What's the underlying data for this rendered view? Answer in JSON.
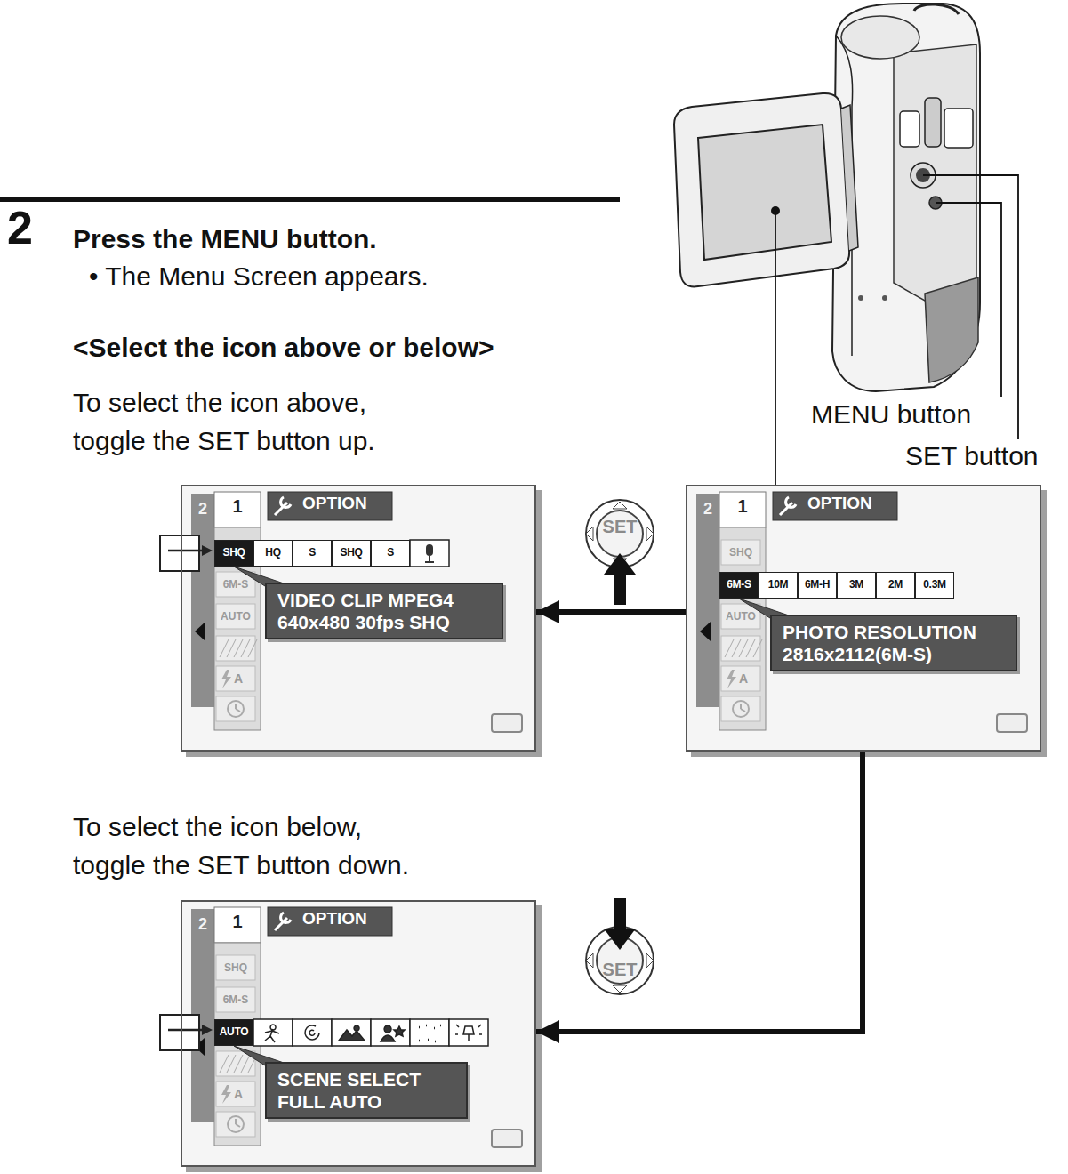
{
  "diagram": {
    "nodes": [
      {
        "text": [
          "OPTION"
        ]
      },
      {
        "text": [
          "VIDEO CLIP MPEG4 640x480 30fps SHQ"
        ],
        "in": 0
      },
      {
        "text": [
          "OPTION"
        ]
      },
      {
        "text": [
          "PHOTO RESOLUTION 2816x2112(6M-S)"
        ],
        "in": 2
      },
      {
        "text": [
          "OPTION"
        ]
      },
      {
        "text": [
          "SCENE SELECT FULL AUTO"
        ],
        "in": 4
      }
    ],
    "edges": [
      {
        "from": 2,
        "to": 0,
        "arrow": "to"
      },
      {
        "from": 2,
        "to": 4,
        "arrow": "to"
      }
    ],
    "labels": [
      "2",
      "Press the MENU button.",
      "• The Menu Screen appears.",
      "<Select the icon above or below>",
      "To select the icon above, toggle the SET button up.",
      "To select the icon below, toggle the SET button down.",
      "MENU button",
      "SET button",
      "SET",
      "SET",
      "2",
      "1",
      "SHQ",
      "HQ",
      "S",
      "SHQ",
      "S",
      "6M-S",
      "AUTO",
      "A",
      "2",
      "1",
      "SHQ",
      "6M-S",
      "10M",
      "6M-H",
      "3M",
      "2M",
      "0.3M",
      "AUTO",
      "A",
      "2",
      "1",
      "SHQ",
      "6M-S",
      "AUTO",
      "A"
    ]
  }
}
